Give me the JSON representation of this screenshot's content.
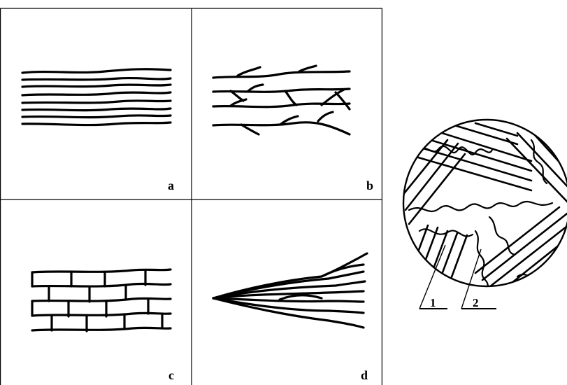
{
  "panels": [
    {
      "id": "a",
      "label": "a"
    },
    {
      "id": "b",
      "label": "b"
    },
    {
      "id": "c",
      "label": "c"
    },
    {
      "id": "d",
      "label": "d"
    }
  ],
  "inset": {
    "callouts": [
      {
        "id": "1",
        "label": "1"
      },
      {
        "id": "2",
        "label": "2"
      }
    ]
  }
}
